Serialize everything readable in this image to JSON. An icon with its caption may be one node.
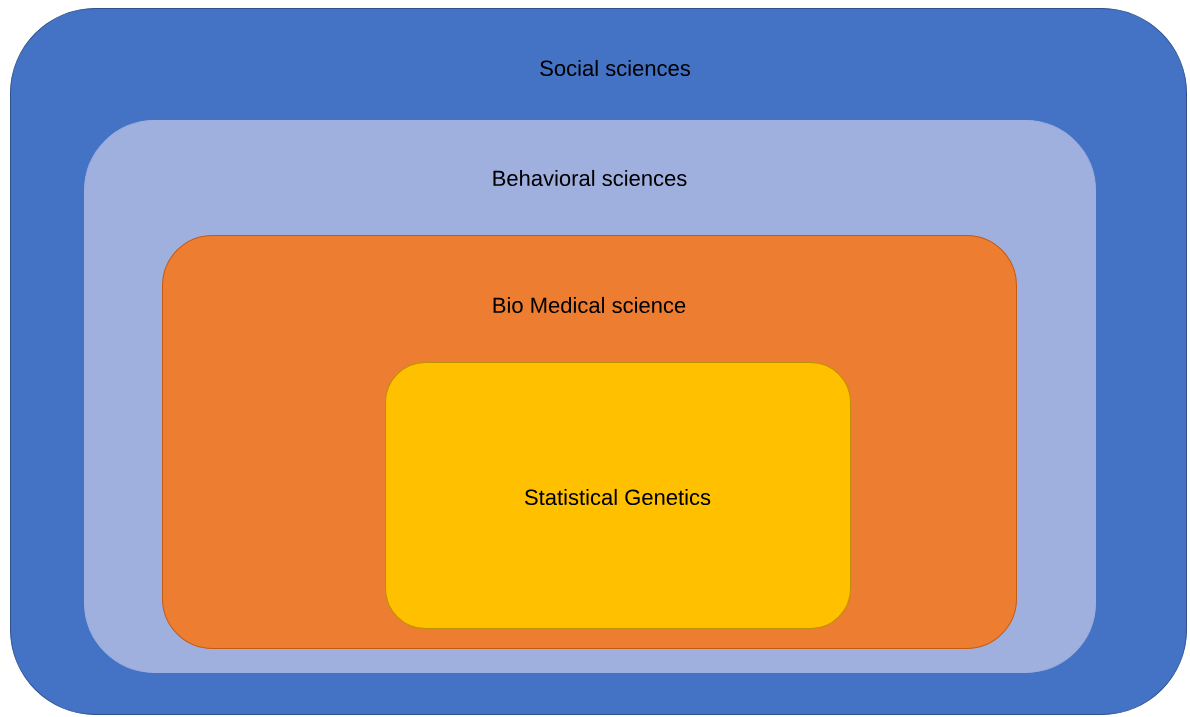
{
  "diagram": {
    "nodes": [
      {
        "text": [
          "Social sciences"
        ]
      },
      {
        "text": [
          "Behavioral sciences"
        ],
        "in": 0
      },
      {
        "text": [
          "Bio Medical science"
        ],
        "in": 1
      },
      {
        "text": [
          "Statistical Genetics"
        ],
        "in": 2
      }
    ]
  }
}
